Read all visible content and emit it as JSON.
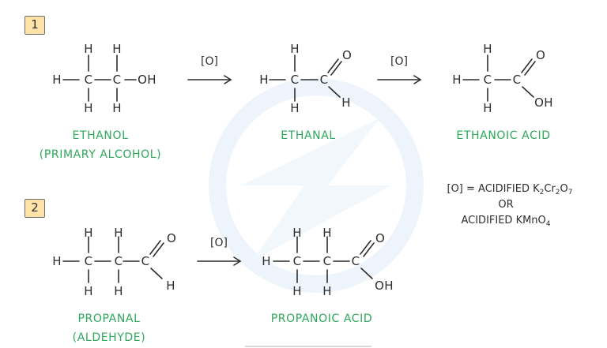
{
  "reactions": [
    {
      "number": "1",
      "steps": [
        {
          "name": "ETHANOL",
          "subtitle": "(PRIMARY  ALCOHOL)"
        },
        {
          "name": "ETHANAL"
        },
        {
          "name": "ETHANOIC  ACID"
        }
      ],
      "arrows": [
        {
          "label": "[O]"
        },
        {
          "label": "[O]"
        }
      ]
    },
    {
      "number": "2",
      "steps": [
        {
          "name": "PROPANAL",
          "subtitle": "(ALDEHYDE)"
        },
        {
          "name": "PROPANOIC  ACID"
        }
      ],
      "arrows": [
        {
          "label": "[O]"
        }
      ]
    }
  ],
  "atoms": {
    "H": "H",
    "C": "C",
    "O": "O",
    "OH": "OH"
  },
  "oxidising_agent_note": {
    "line1_prefix": "[O] = ACIDIFIED  ",
    "line1_formula": {
      "K": "K",
      "k_sub": "2",
      "Cr": "Cr",
      "cr_sub": "2",
      "O": "O",
      "o_sub": "7"
    },
    "line2": "OR",
    "line3_prefix": "ACIDIFIED  ",
    "line3_formula": {
      "KMnO": "KMnO",
      "o_sub": "4"
    }
  },
  "colors": {
    "label_green": "#2ea85a",
    "number_box_fill": "#fde3a7",
    "watermark": "#eef4fb"
  }
}
